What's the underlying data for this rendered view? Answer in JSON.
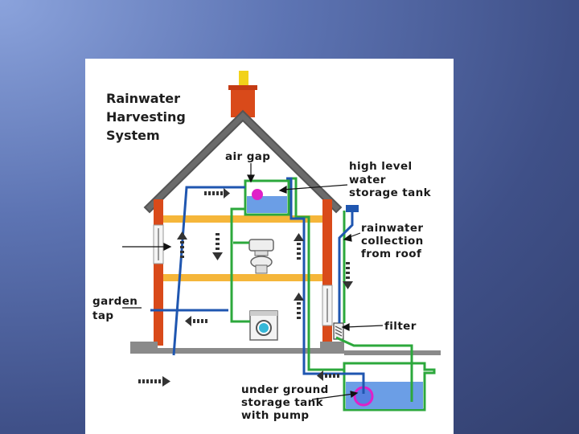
{
  "diagram": {
    "title_lines": [
      "Rainwater",
      "Harvesting",
      "System"
    ],
    "labels": {
      "air_gap": "air gap",
      "high_level_tank": [
        "high level",
        "water",
        "storage tank"
      ],
      "rainwater_collection": [
        "rainwater",
        "collection",
        "from roof"
      ],
      "garden_tap": [
        "garden",
        "tap"
      ],
      "filter": "filter",
      "underground_tank": [
        "under ground",
        "storage tank",
        "with pump"
      ]
    },
    "colors": {
      "background": "#5d74b3",
      "panel": "#ffffff",
      "roof": "#6b6b6b",
      "brick": "#d94a1a",
      "floor": "#f5b63a",
      "ground": "#8a8a8a",
      "pipe_blue": "#1f56b0",
      "pipe_green": "#2ca83c",
      "water": "#6b9ee6",
      "pump": "#e020c8"
    }
  }
}
